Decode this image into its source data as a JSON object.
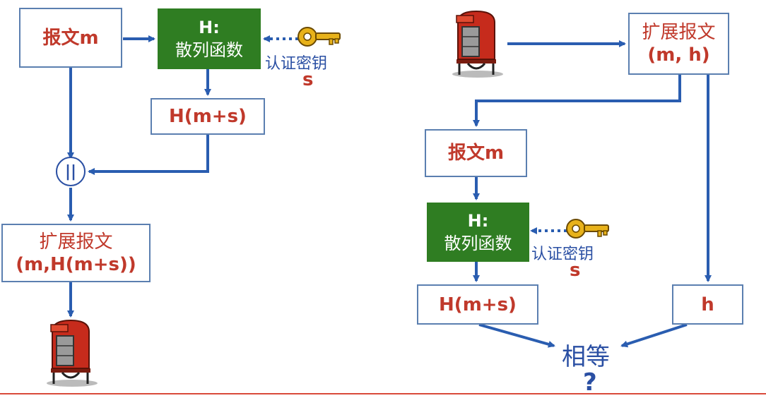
{
  "left": {
    "message_box": "报文m",
    "hash_box": {
      "title": "H:",
      "subtitle": "散列函数"
    },
    "key_label": "认证密钥",
    "key_symbol": "s",
    "hmac_box": "H(m+s)",
    "concat_symbol": "||",
    "extended_box": {
      "line1": "扩展报文",
      "line2": "(m,H(m+s))"
    }
  },
  "right": {
    "extended_box": {
      "line1": "扩展报文",
      "line2": "(m, h)"
    },
    "message_box": "报文m",
    "hash_box": {
      "title": "H:",
      "subtitle": "散列函数"
    },
    "key_label": "认证密钥",
    "key_symbol": "s",
    "hmac_box": "H(m+s)",
    "h_box": "h",
    "compare_text": "相等",
    "question_mark": "?"
  },
  "colors": {
    "arrow": "#2a5db0",
    "hash_bg": "#2f7d22",
    "text_red": "#c0392b",
    "key": "#e8b21a"
  },
  "icons": [
    "mailbox-icon",
    "key-icon"
  ]
}
